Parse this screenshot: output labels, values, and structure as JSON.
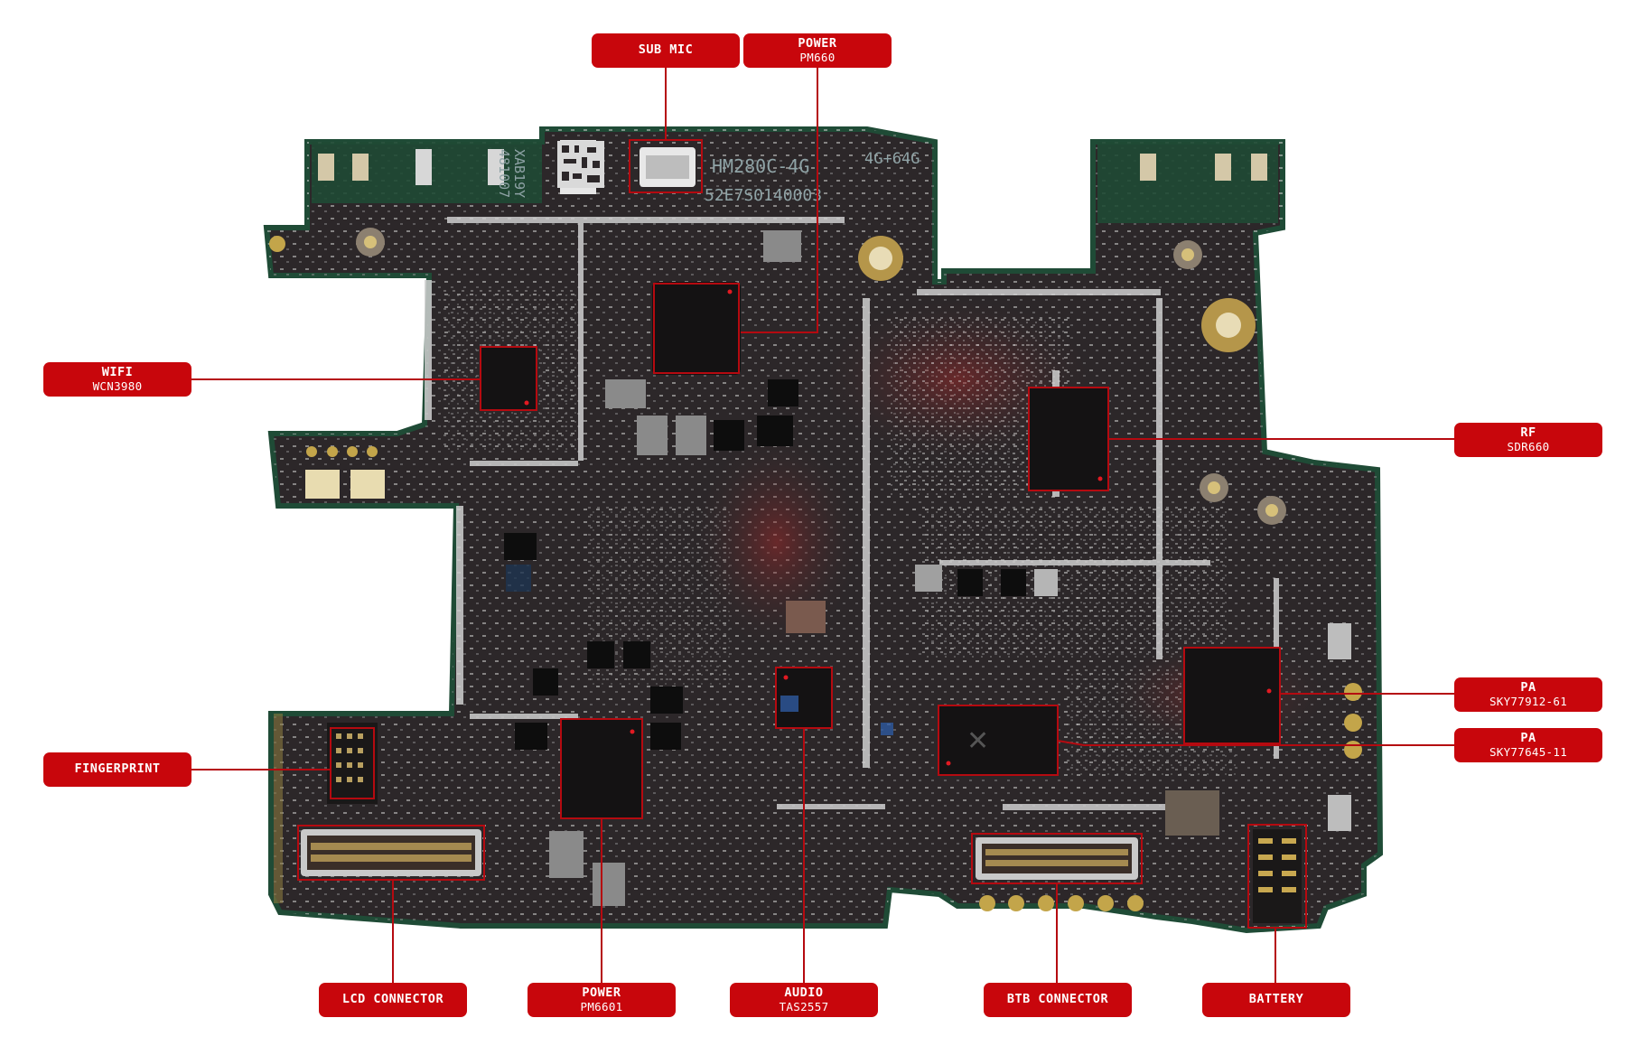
{
  "colors": {
    "accent": "#c8060c",
    "board": "#2c2729",
    "board_edge": "#1f4b36",
    "leader": "#b50a10"
  },
  "board_print": {
    "model": "HM280C-4G",
    "memory": "4G+64G",
    "serial": "52E7S0140003",
    "code1": "XAB19Y",
    "code2": "481007"
  },
  "labels": {
    "sub_mic": {
      "title": "SUB MIC",
      "sub": ""
    },
    "power_pm660": {
      "title": "POWER",
      "sub": "PM660"
    },
    "wifi": {
      "title": "WIFI",
      "sub": "WCN3980"
    },
    "rf": {
      "title": "RF",
      "sub": "SDR660"
    },
    "pa1": {
      "title": "PA",
      "sub": "SKY77912-61"
    },
    "pa2": {
      "title": "PA",
      "sub": "SKY77645-11"
    },
    "fingerprint": {
      "title": "FINGERPRINT",
      "sub": ""
    },
    "lcd": {
      "title": "LCD CONNECTOR",
      "sub": ""
    },
    "power_pm6601": {
      "title": "POWER",
      "sub": "PM6601"
    },
    "audio": {
      "title": "AUDIO",
      "sub": "TAS2557"
    },
    "btb": {
      "title": "BTB CONNECTOR",
      "sub": ""
    },
    "battery": {
      "title": "BATTERY",
      "sub": ""
    }
  }
}
